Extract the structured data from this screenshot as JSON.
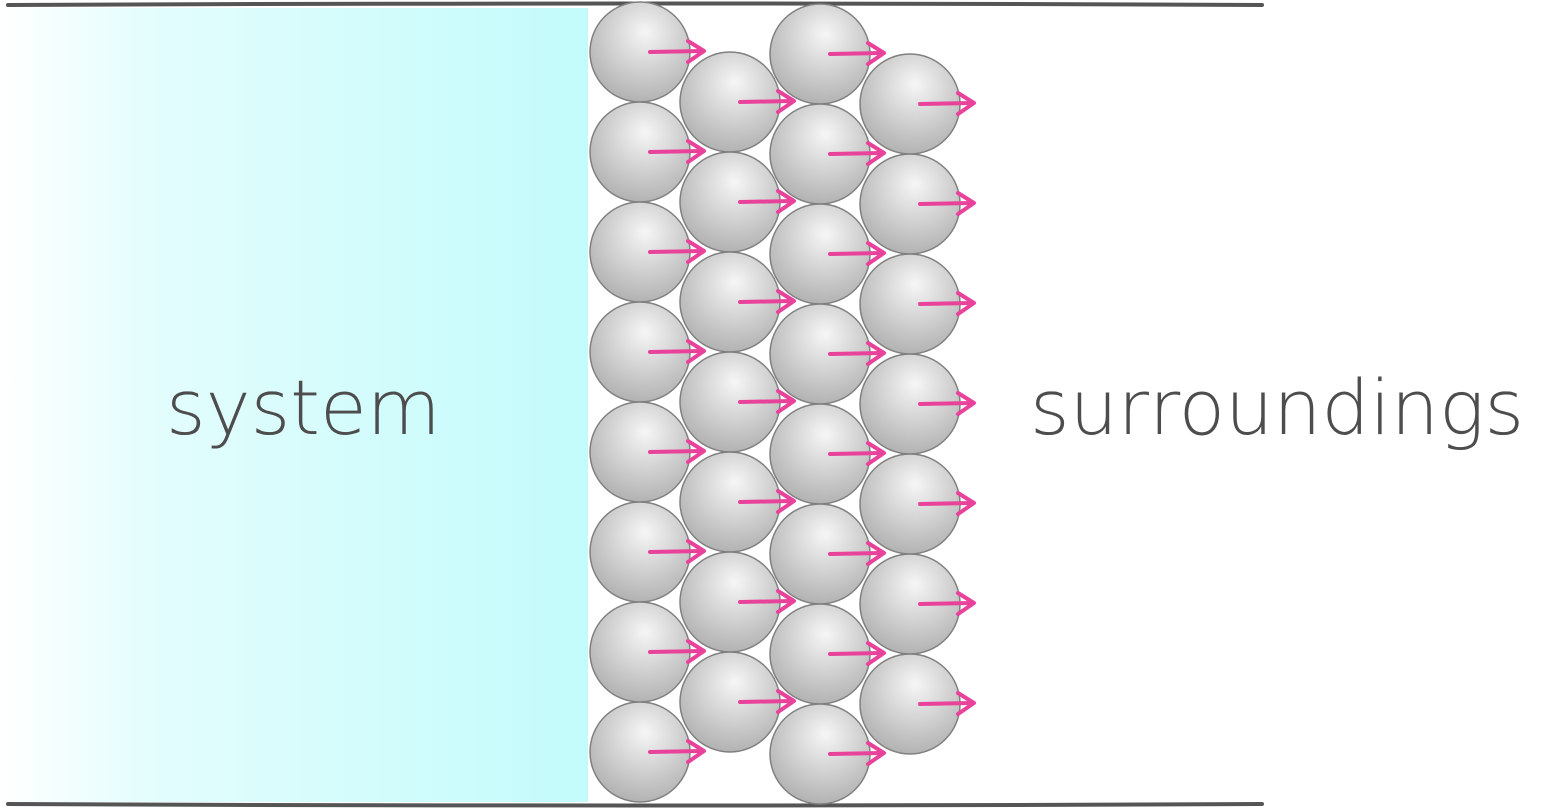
{
  "labels": {
    "system": "system",
    "surroundings": "surroundings"
  },
  "colors": {
    "system_fill_strong": "#c3fbfb",
    "system_fill_light": "#ffffff",
    "wall_line": "#555555",
    "particle_light": "#f6f6f6",
    "particle_dark": "#a9a9a9",
    "particle_stroke": "#808080",
    "arrow": "#e8429a",
    "text": "#4d4d4d"
  },
  "icons": {
    "particle": "gray-sphere-icon",
    "arrow": "right-arrow-icon"
  },
  "particle_columns": [
    {
      "name": "column-1",
      "count": 8
    },
    {
      "name": "column-2",
      "count": 7
    },
    {
      "name": "column-3",
      "count": 8
    },
    {
      "name": "column-4",
      "count": 7
    }
  ]
}
